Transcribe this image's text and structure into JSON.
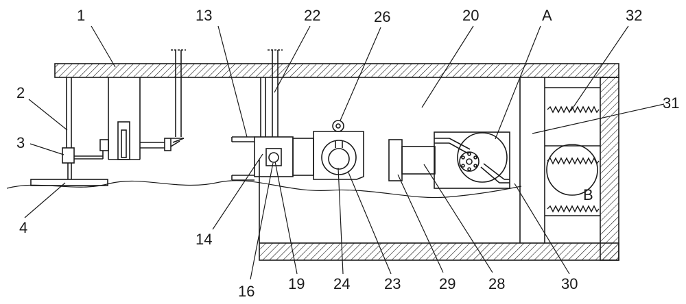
{
  "labels": {
    "l1": "1",
    "l2": "2",
    "l3": "3",
    "l4": "4",
    "l13": "13",
    "l22": "22",
    "l26": "26",
    "l20": "20",
    "lA": "A",
    "l32": "32",
    "l31": "31",
    "lB": "B",
    "l14": "14",
    "l16": "16",
    "l19": "19",
    "l24": "24",
    "l23": "23",
    "l29": "29",
    "l28": "28",
    "l30": "30"
  },
  "colors": {
    "line": "#1a1a1a",
    "background": "#ffffff"
  }
}
